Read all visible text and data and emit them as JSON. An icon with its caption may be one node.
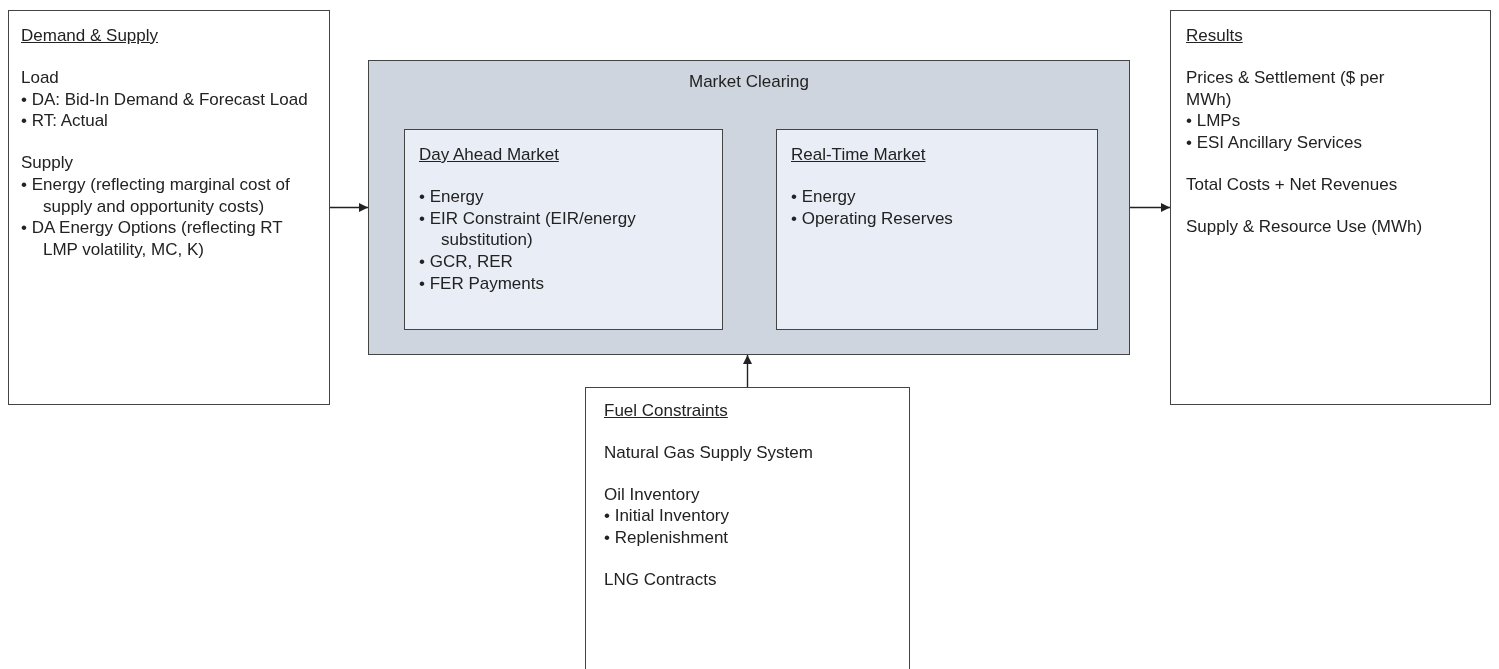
{
  "diagram": {
    "nodes": [
      {
        "text": [
          "Demand & Supply",
          "Load",
          "• DA: Bid-In Demand & Forecast Load",
          "• RT: Actual",
          "Supply",
          "• Energy (reflecting marginal cost of supply and opportunity costs)",
          "• DA Energy Options (reflecting RT LMP volatility, MC, K)"
        ]
      },
      {
        "text": [
          "Market Clearing"
        ]
      },
      {
        "text": [
          "Day Ahead Market",
          "• Energy",
          "• EIR Constraint (EIR/energy substitution)",
          "• GCR, RER",
          "• FER Payments"
        ],
        "in": 1
      },
      {
        "text": [
          "Real-Time Market",
          "• Energy",
          "• Operating Reserves"
        ],
        "in": 1
      },
      {
        "text": [
          "Fuel Constraints",
          "Natural Gas Supply System",
          "Oil Inventory",
          "• Initial Inventory",
          "• Replenishment",
          "LNG Contracts"
        ]
      },
      {
        "text": [
          "Results",
          "Prices & Settlement ($ per MWh)",
          "• LMPs",
          "• ESI Ancillary Services",
          "Total Costs + Net Revenues",
          "Supply & Resource Use (MWh)"
        ]
      }
    ],
    "edges": [
      {
        "from": 0,
        "to": 1,
        "arrow": "to"
      },
      {
        "from": 1,
        "to": 5,
        "arrow": "to"
      },
      {
        "from": 4,
        "to": 1,
        "arrow": "to"
      }
    ]
  }
}
